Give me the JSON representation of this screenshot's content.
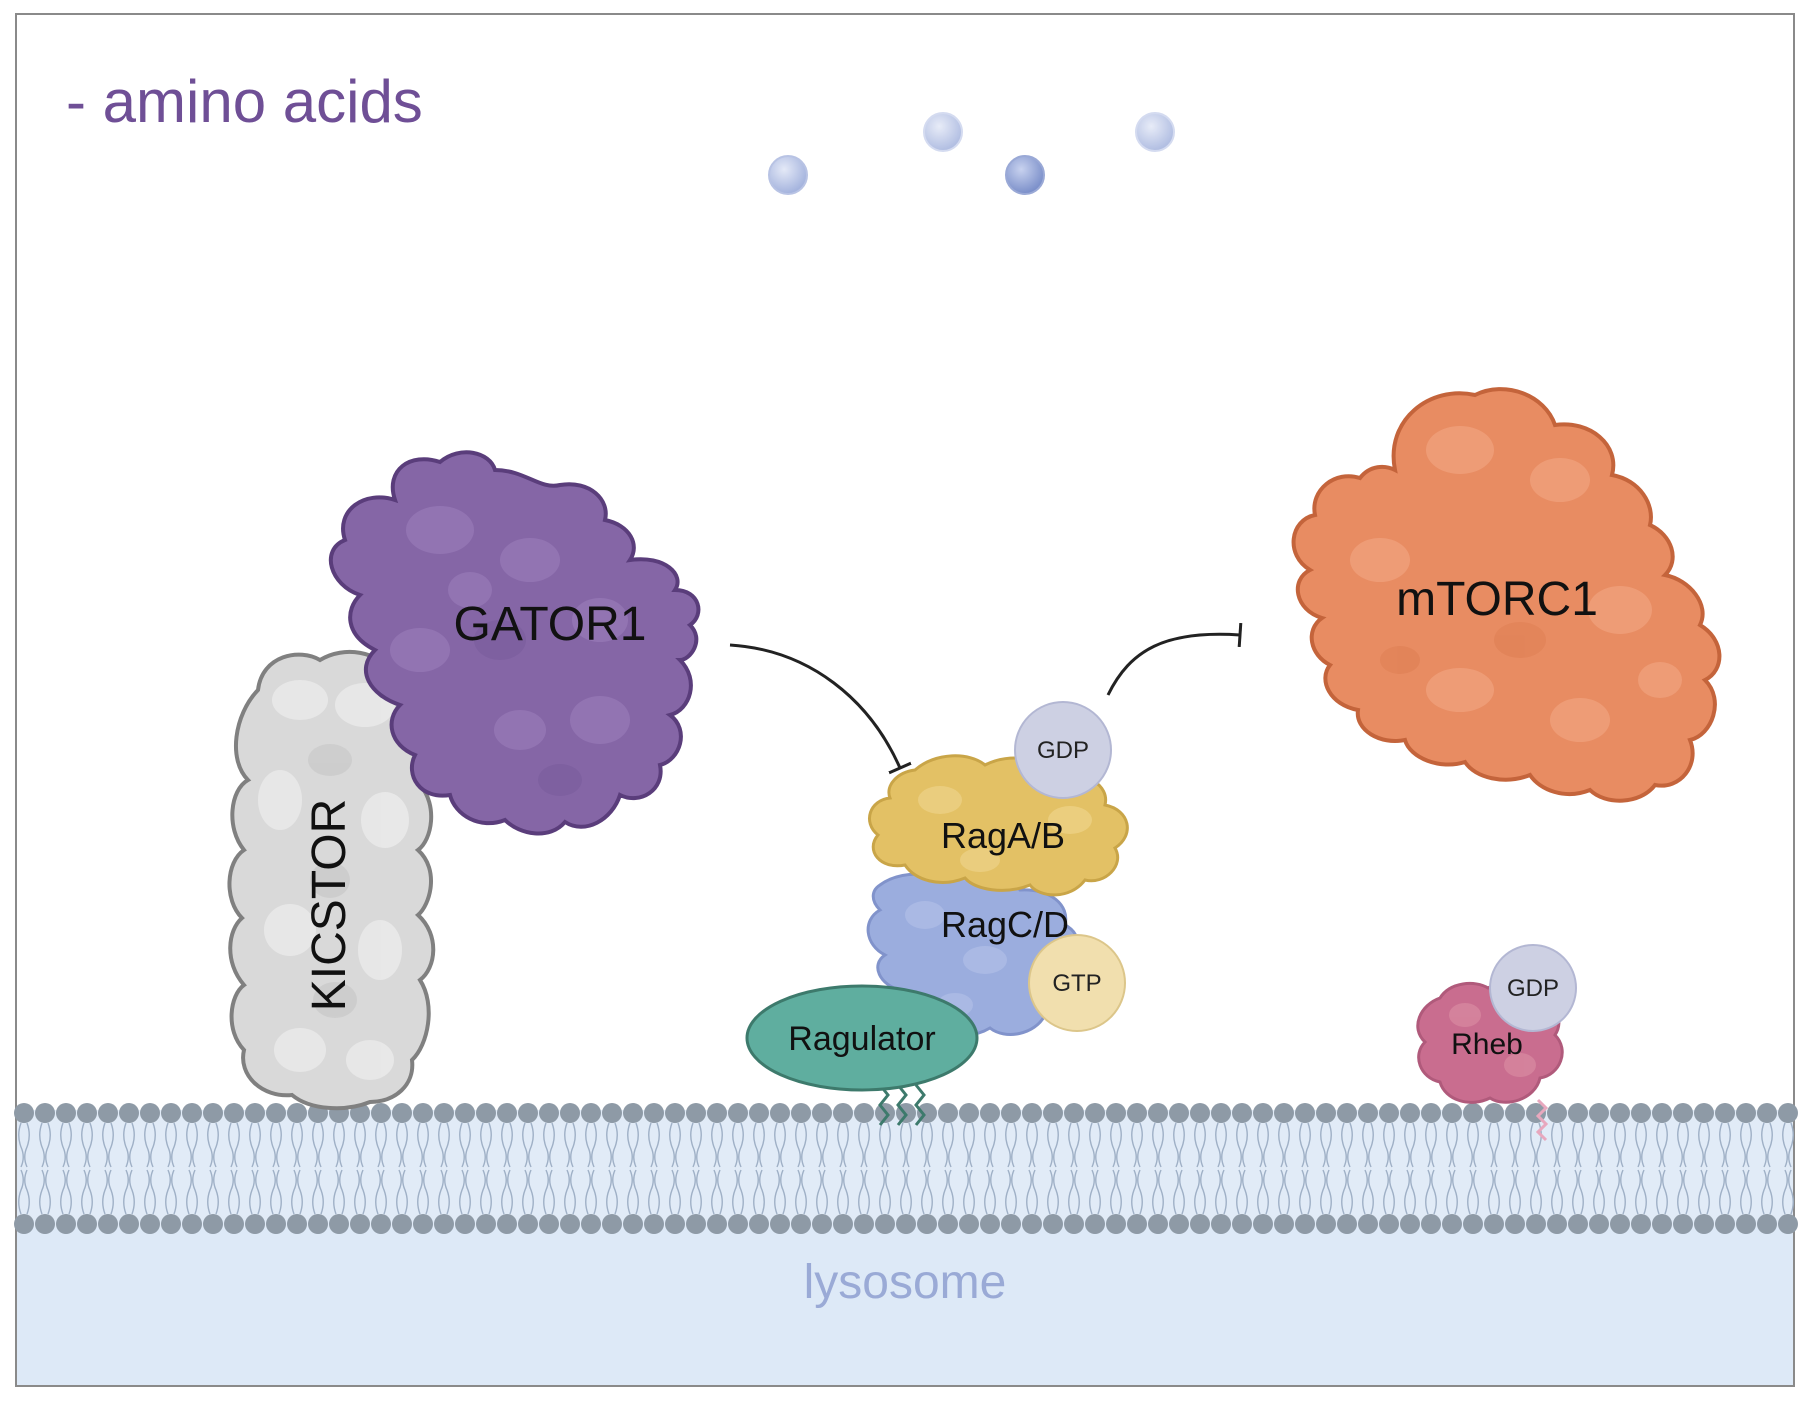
{
  "condition": "- amino acids",
  "compartment": "lysosome",
  "proteins": {
    "gator1": "GATOR1",
    "kicstor": "KICSTOR",
    "mtorc1": "mTORC1",
    "ragab": "RagA/B",
    "ragcd": "RagC/D",
    "ragulator": "Ragulator",
    "rheb": "Rheb"
  },
  "nucleotides": {
    "ragab": "GDP",
    "ragcd": "GTP",
    "rheb": "GDP"
  },
  "colors": {
    "condition_text": "#6f4f96",
    "gator1": "#8566a6",
    "kicstor": "#d9d9d9",
    "mtorc1": "#e88c62",
    "ragab": "#e3c165",
    "ragcd": "#9badde",
    "ragulator": "#5fae9f",
    "rheb": "#c96d8f",
    "gdp": "#cdd0e3",
    "gtp": "#f1dfae",
    "membrane_head": "#8e9aa6",
    "membrane_fill": "#dde8f5",
    "lumen": "#dde9f7",
    "lumen_text": "#9aaad6",
    "amino_acid": "#a8b6de"
  }
}
